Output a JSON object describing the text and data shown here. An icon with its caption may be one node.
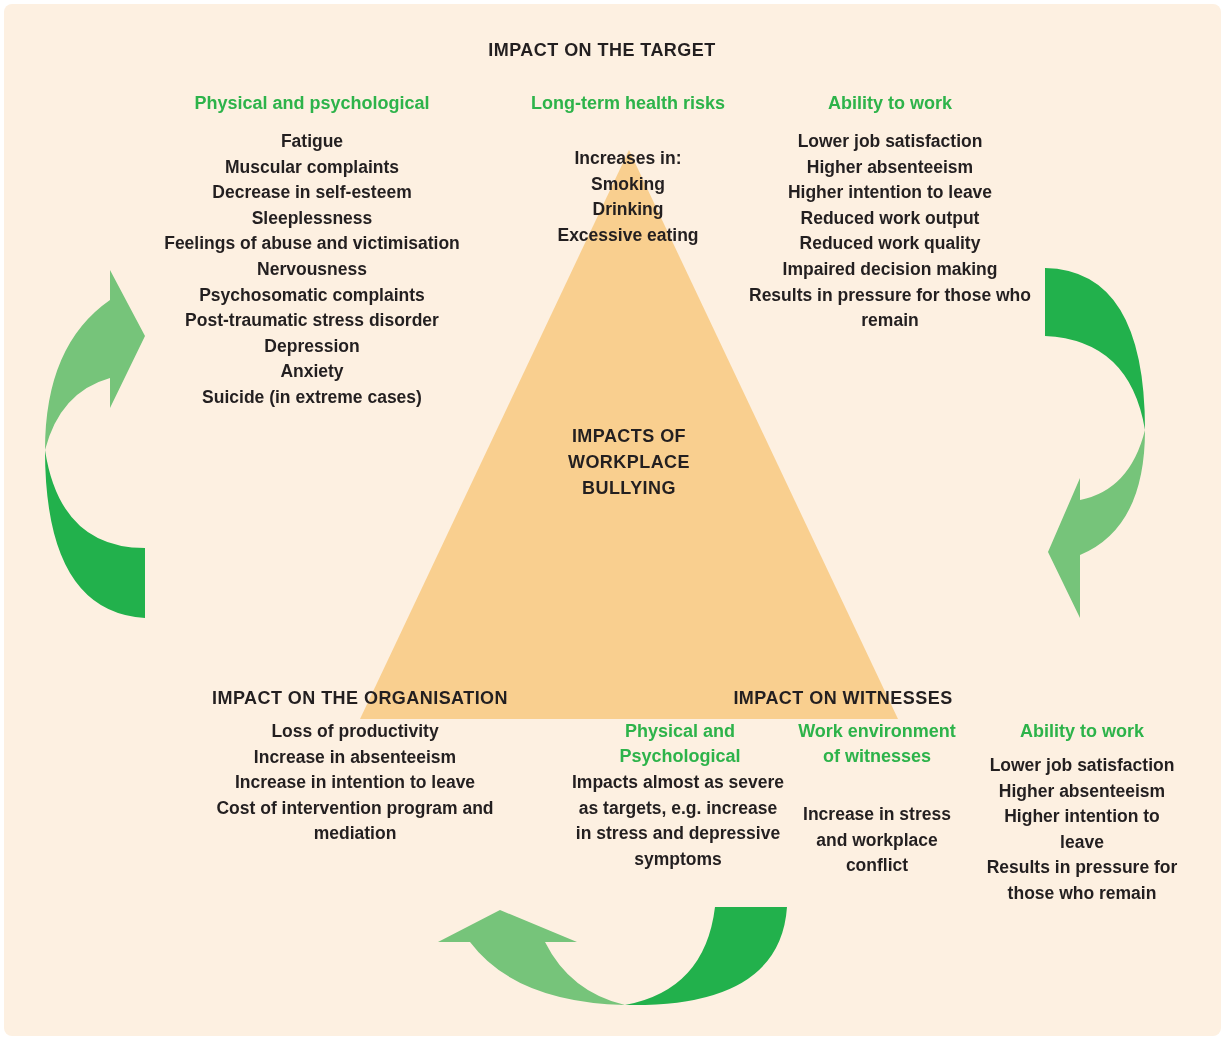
{
  "diagram": {
    "nodes": [
      {
        "text": [
          "IMPACTS OF WORKPLACE BULLYING"
        ]
      }
    ],
    "edges": [],
    "labels": [
      "IMPACT ON THE TARGET",
      "Physical and psychological",
      "Fatigue",
      "Muscular complaints",
      "Decrease in self-esteem",
      "Sleeplessness",
      "Feelings of abuse and victimisation",
      "Nervousness",
      "Psychosomatic complaints",
      "Post-traumatic stress disorder",
      "Depression",
      "Anxiety",
      "Suicide (in extreme cases)",
      "Long-term health risks",
      "Increases in:",
      "Smoking",
      "Drinking",
      "Excessive eating",
      "Ability to work",
      "Lower job satisfaction",
      "Higher absenteeism",
      "Higher intention to leave",
      "Reduced work output",
      "Reduced work quality",
      "Impaired decision making",
      "Results in pressure for those who remain",
      "IMPACT ON THE ORGANISATION",
      "Loss of productivity",
      "Increase in absenteeism",
      "Increase in intention to leave",
      "Cost of intervention program and mediation",
      "IMPACT ON WITNESSES",
      "Physical and Psychological",
      "Impacts almost as severe as targets, e.g. increase in stress and depressive symptoms",
      "Work environment of witnesses",
      "Increase in stress and workplace conflict",
      "Ability to work",
      "Lower job satisfaction",
      "Higher absenteeism",
      "Higher intention to leave",
      "Results in pressure for those who remain"
    ]
  }
}
